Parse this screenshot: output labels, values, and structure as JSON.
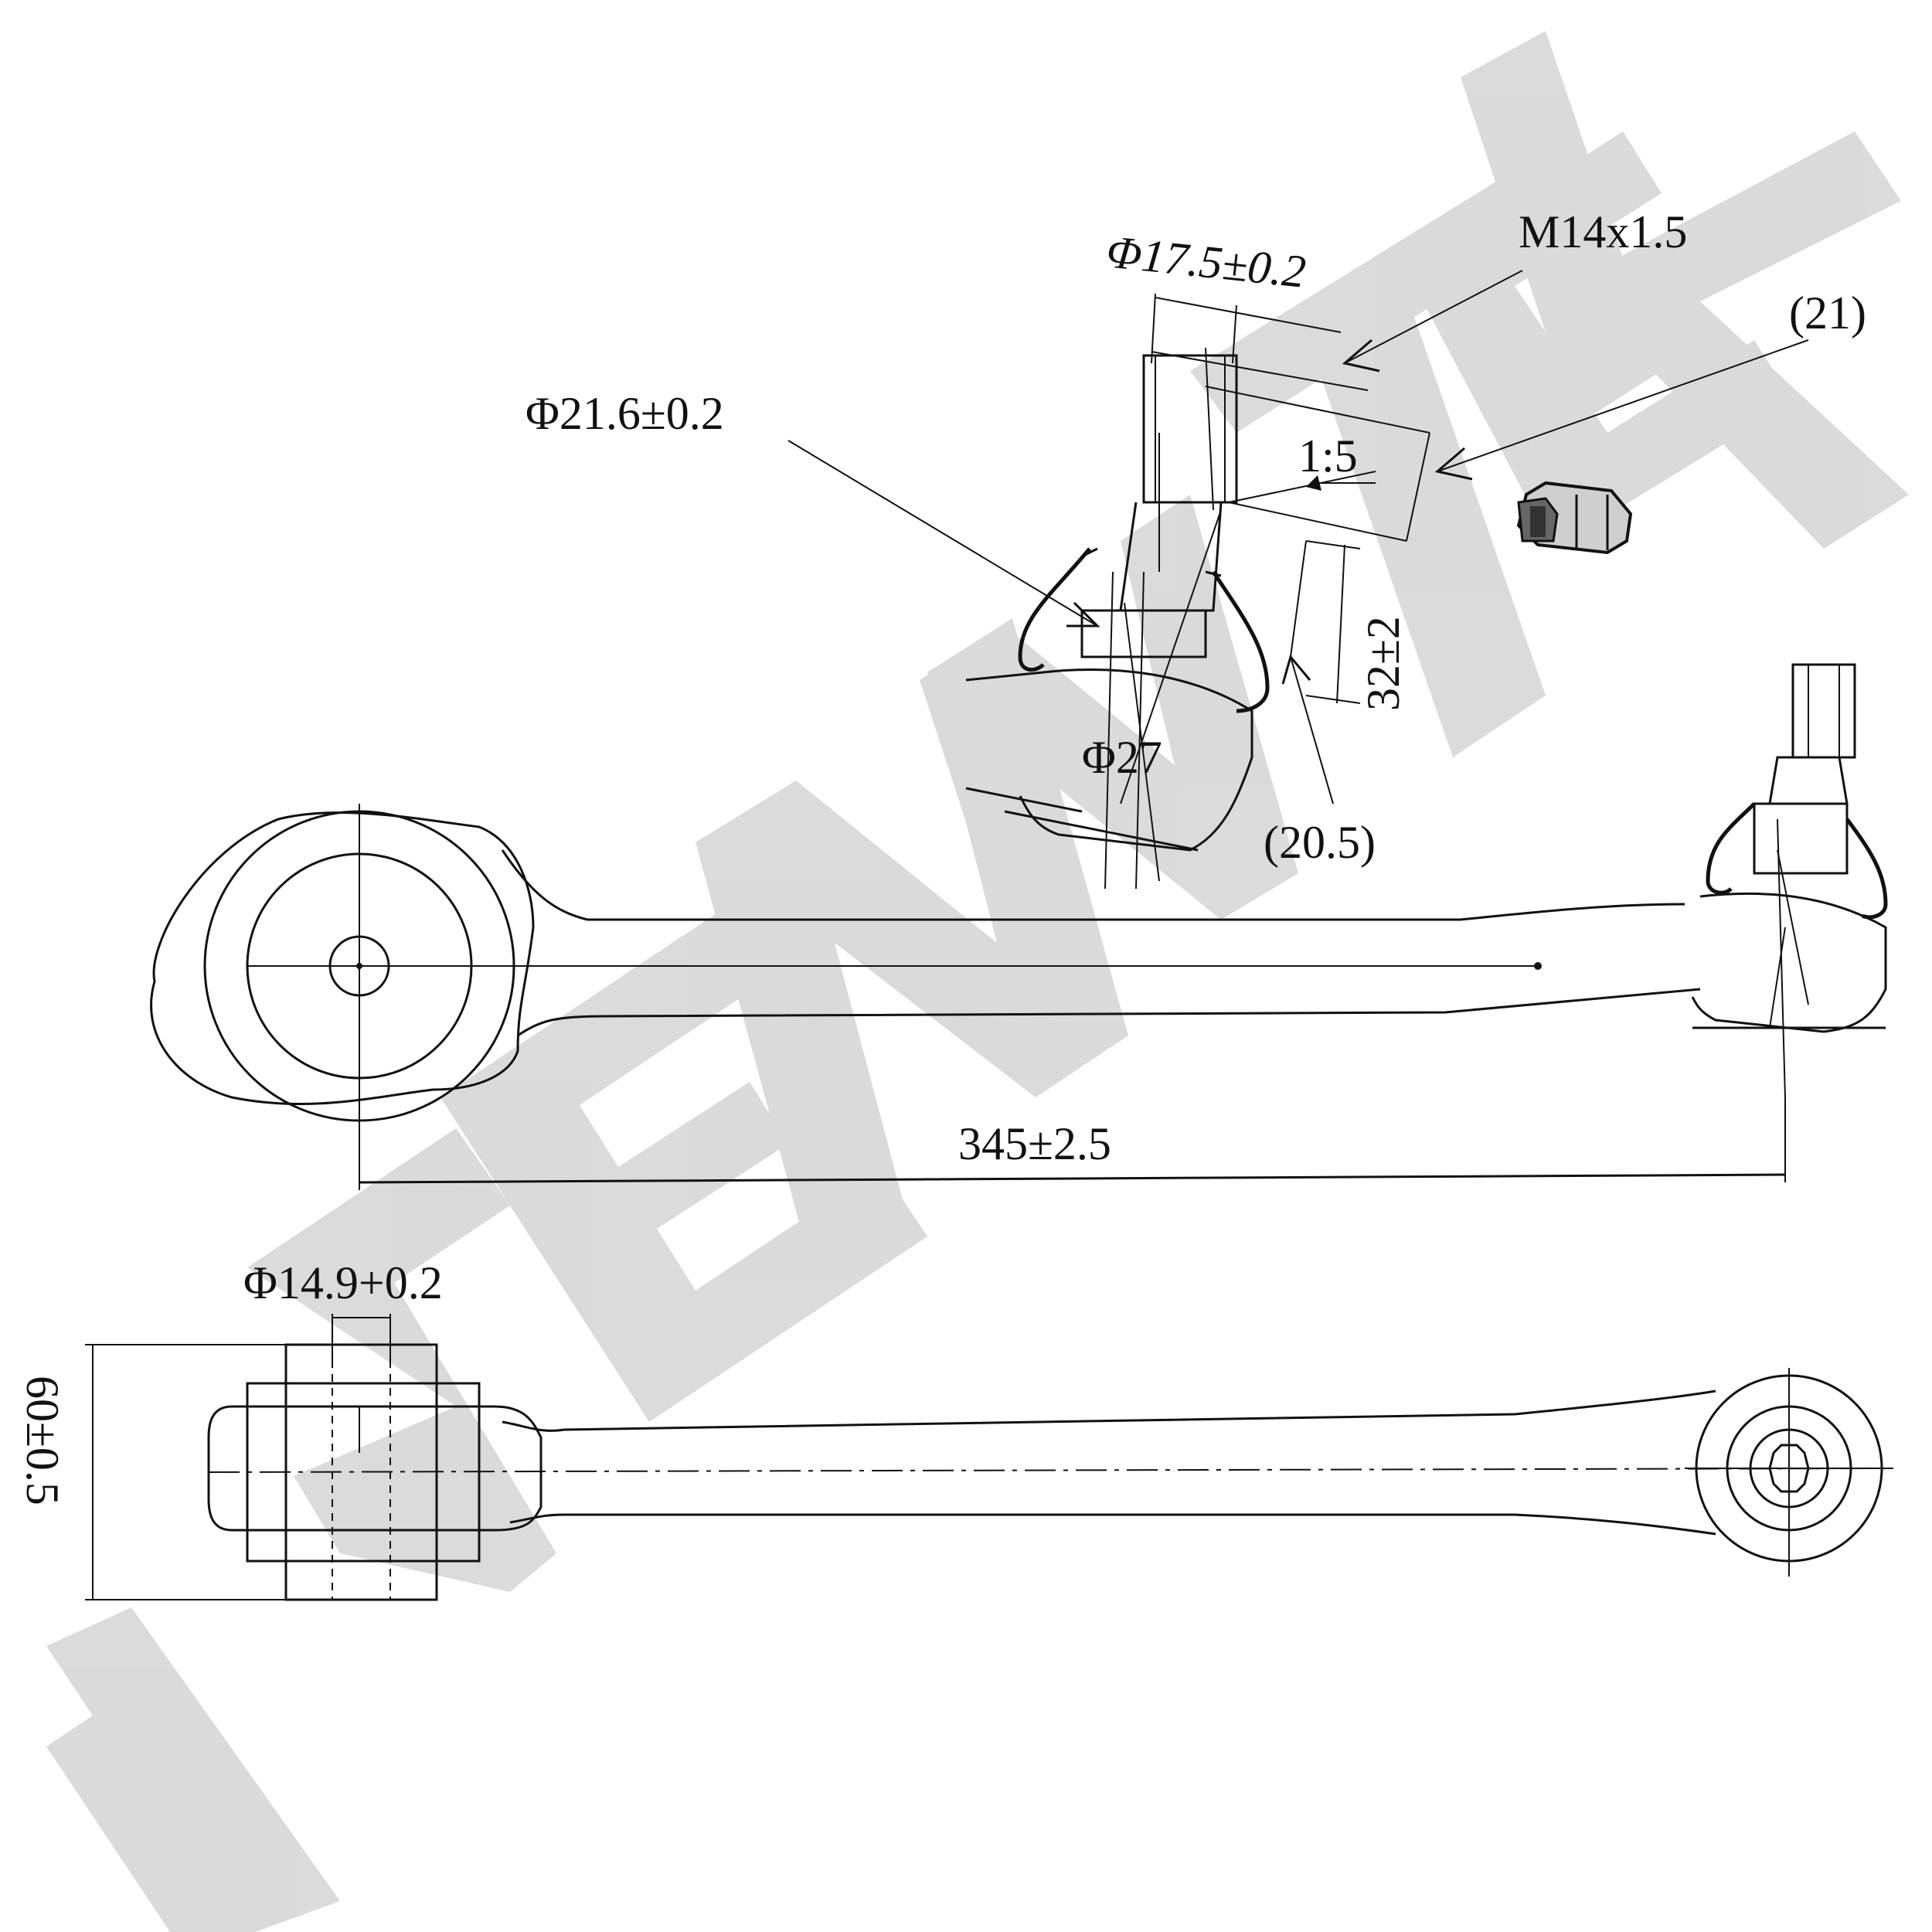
{
  "watermark": {
    "text": "ZENNTEK",
    "color": "#d9d9d9"
  },
  "dimensions": {
    "stud_diameter": "Φ17.5±0.2",
    "thread": "M14x1.5",
    "nut_size": "(21)",
    "boot_diameter": "Φ21.6±0.2",
    "taper": "1:5",
    "height": "32±2",
    "base_diameter": "Φ27",
    "offset": "(20.5)",
    "length": "345±2.5",
    "bushing_bore": "Φ14.9+0.2",
    "bushing_width": "60±0.5"
  },
  "icons": {
    "nut": "hex-nut-icon"
  }
}
